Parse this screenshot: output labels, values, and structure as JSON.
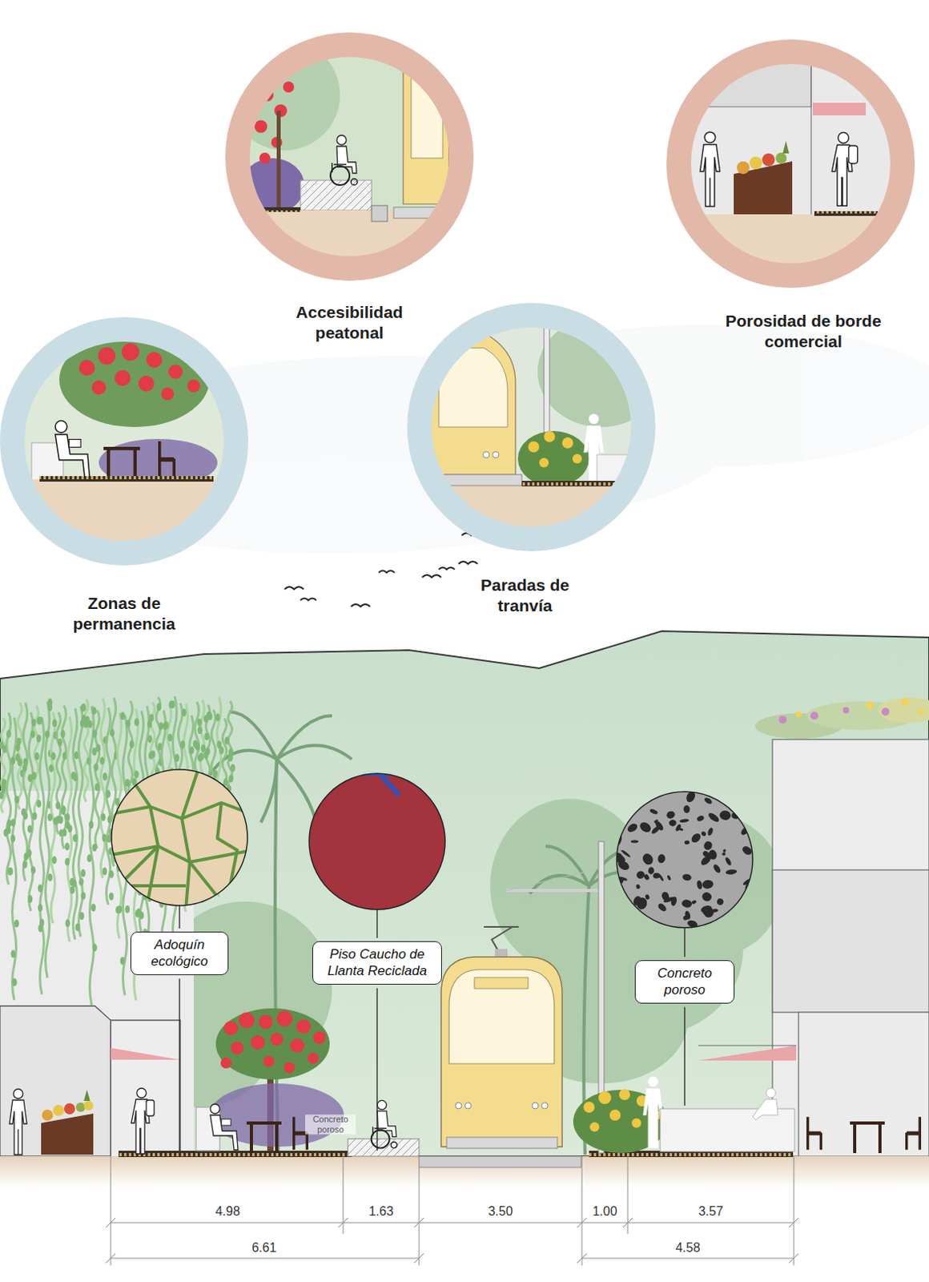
{
  "diagram": {
    "nodes": [
      {
        "text": [
          "Accesibilidad peatonal"
        ]
      },
      {
        "text": [
          "Porosidad de borde comercial"
        ]
      },
      {
        "text": [
          "Zonas de permanencia"
        ]
      },
      {
        "text": [
          "Paradas de tranvía"
        ]
      },
      {
        "text": [
          "Adoquín ecológico"
        ]
      },
      {
        "text": [
          "Piso Caucho de Llanta Reciclada"
        ]
      },
      {
        "text": [
          "Concreto poroso"
        ]
      }
    ],
    "labels": [
      "Concreto poroso",
      "4.98",
      "1.63",
      "3.50",
      "1.00",
      "3.57",
      "6.61",
      "4.58"
    ]
  }
}
